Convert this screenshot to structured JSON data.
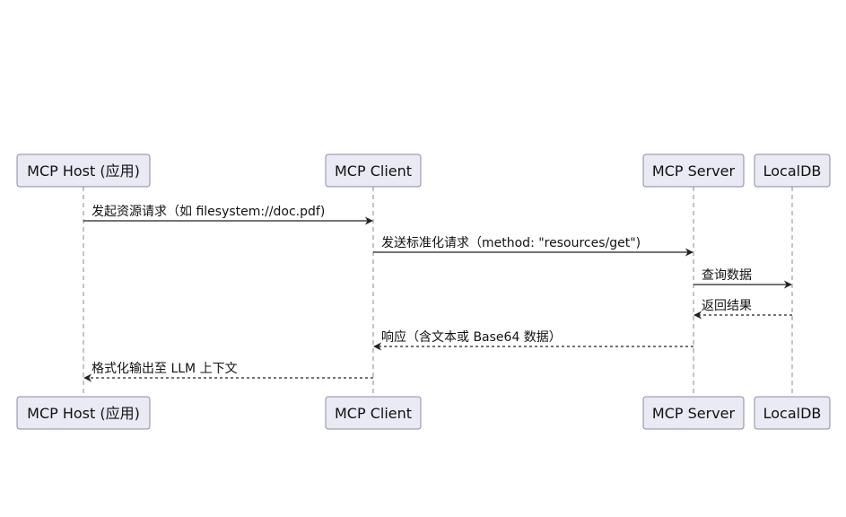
{
  "actors": [
    {
      "id": "host",
      "label": "MCP Host (应用)"
    },
    {
      "id": "client",
      "label": "MCP Client"
    },
    {
      "id": "server",
      "label": "MCP Server"
    },
    {
      "id": "db",
      "label": "LocalDB"
    }
  ],
  "messages": [
    {
      "from": "host",
      "to": "client",
      "label": "发起资源请求（如 filesystem://doc.pdf)",
      "style": "solid"
    },
    {
      "from": "client",
      "to": "server",
      "label": "发送标准化请求（method: \"resources/get\")",
      "style": "solid"
    },
    {
      "from": "server",
      "to": "db",
      "label": "查询数据",
      "style": "solid"
    },
    {
      "from": "db",
      "to": "server",
      "label": "返回结果",
      "style": "dashed"
    },
    {
      "from": "server",
      "to": "client",
      "label": "响应（含文本或 Base64 数据）",
      "style": "dashed"
    },
    {
      "from": "client",
      "to": "host",
      "label": "格式化输出至 LLM 上下文",
      "style": "dashed"
    }
  ]
}
